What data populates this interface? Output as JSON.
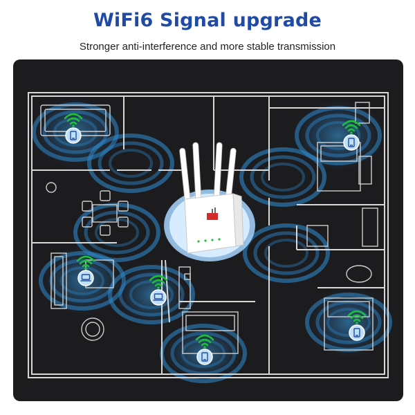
{
  "header": {
    "title": "WiFi6 Signal upgrade",
    "subtitle": "Stronger anti-interference and more stable transmission"
  },
  "colors": {
    "title": "#1f4aa6",
    "plan_background": "#1c1c1f",
    "wall": "#d8d8d8",
    "signal": "#1fbf3a",
    "device_bubble": "#bfe0f7",
    "glow": "#3aa0e6"
  },
  "devices": [
    {
      "id": "phone-top-left",
      "icon": "phone-icon"
    },
    {
      "id": "phone-top-right",
      "icon": "phone-icon"
    },
    {
      "id": "laptop-left",
      "icon": "laptop-icon"
    },
    {
      "id": "laptop-center",
      "icon": "laptop-icon"
    },
    {
      "id": "phone-bottom-center",
      "icon": "phone-icon"
    },
    {
      "id": "phone-bottom-right",
      "icon": "phone-icon"
    }
  ],
  "router": {
    "icon": "router-icon"
  }
}
